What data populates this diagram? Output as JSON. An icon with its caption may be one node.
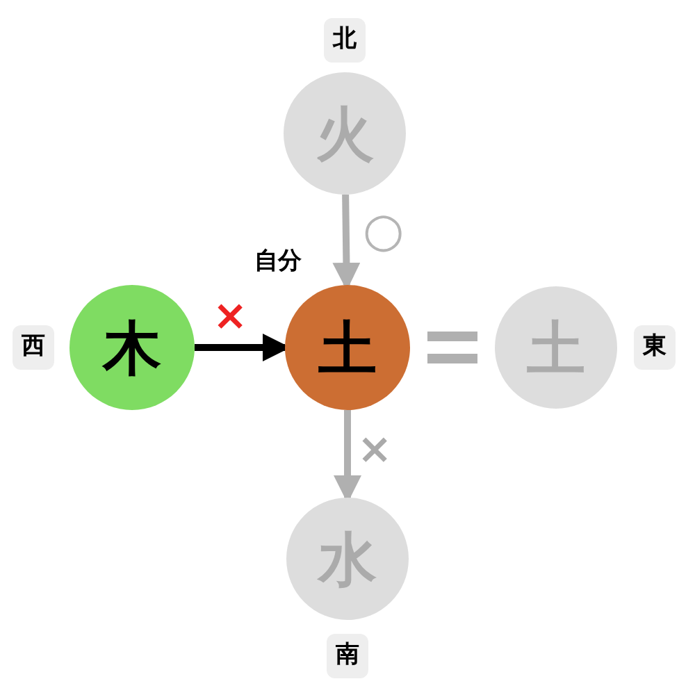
{
  "diagram": {
    "nodes": [
      {
        "text": [
          "北"
        ]
      },
      {
        "text": [
          "火"
        ]
      },
      {
        "text": [
          "西"
        ]
      },
      {
        "text": [
          "木"
        ]
      },
      {
        "text": [
          "土"
        ],
        "beside": [
          "自分"
        ]
      },
      {
        "text": [
          "土"
        ]
      },
      {
        "text": [
          "東"
        ]
      },
      {
        "text": [
          "水"
        ]
      },
      {
        "text": [
          "南"
        ]
      }
    ],
    "edges": [
      {
        "from": 1,
        "to": 4,
        "arrow": "to",
        "label": "○"
      },
      {
        "from": 3,
        "to": 4,
        "arrow": "to",
        "label": "×",
        "color": "#000000"
      },
      {
        "from": 4,
        "to": 5,
        "arrow": "none"
      },
      {
        "from": 4,
        "to": 7,
        "arrow": "to",
        "label": "×"
      }
    ]
  }
}
